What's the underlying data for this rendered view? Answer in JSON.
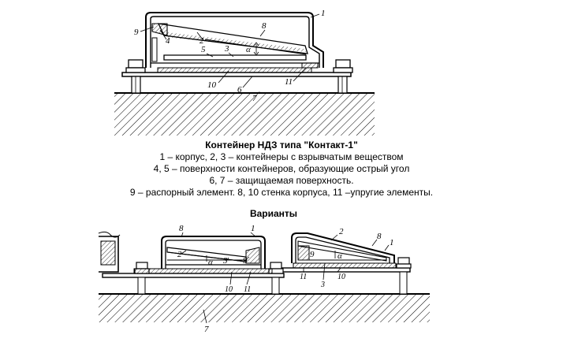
{
  "caption": {
    "title": "Контейнер НДЗ типа \"Контакт-1\"",
    "lines": [
      "1 – корпус, 2, 3 – контейнеры с взрывчатым веществом",
      "4, 5 – поверхности контейнеров, образующие острый угол",
      "6, 7 – защищаемая поверхность.",
      "9 – распорный элемент. 8, 10 стенка корпуса, 11 –упругие элементы."
    ]
  },
  "variants_heading": "Варианты",
  "top_labels": {
    "l1": "1",
    "l2": "2",
    "l3": "3",
    "l4": "4",
    "l5": "5",
    "l6": "6",
    "l7": "7",
    "l8": "8",
    "l9": "9",
    "l10": "10",
    "l11": "11",
    "alpha": "α"
  },
  "left_variant_labels": {
    "l8": "8",
    "l1": "1",
    "l2": "2",
    "l3": "3",
    "l9": "9",
    "l10": "10",
    "l11": "11",
    "alpha": "α"
  },
  "right_variant_labels": {
    "l2": "2",
    "l8": "8",
    "l1": "1",
    "l9": "9",
    "l11": "11",
    "l3": "3",
    "l10": "10",
    "alpha": "α"
  },
  "bottom_labels": {
    "l7": "7"
  }
}
